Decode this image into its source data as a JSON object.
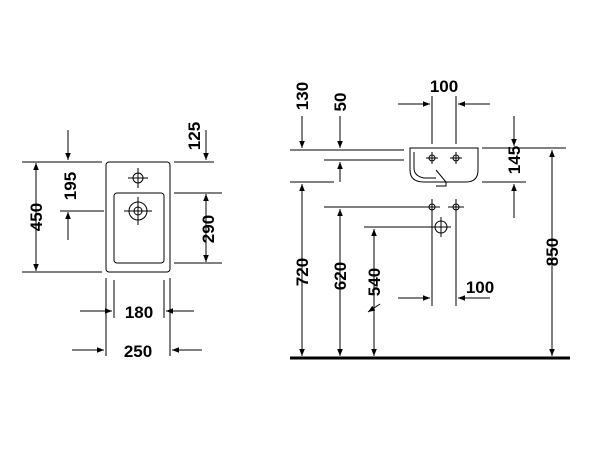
{
  "dimensions": {
    "front": {
      "d450": "450",
      "d195": "195",
      "d125": "125",
      "d290": "290",
      "d180": "180",
      "d250": "250"
    },
    "side": {
      "d130": "130",
      "d50": "50",
      "d100_top": "100",
      "d145": "145",
      "d720": "720",
      "d620": "620",
      "d540": "540",
      "d100_mid": "100",
      "d850": "850"
    }
  }
}
